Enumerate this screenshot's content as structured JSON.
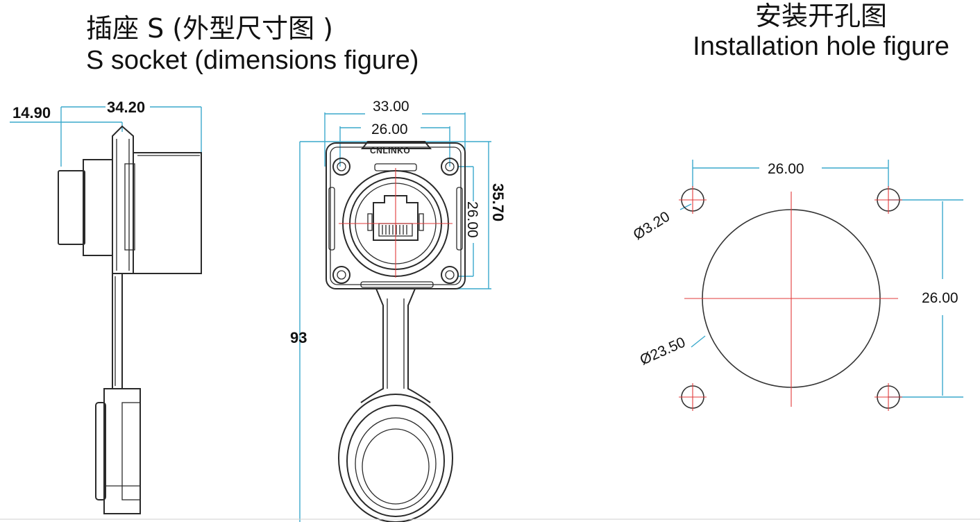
{
  "titles": {
    "left_cn": "插座 S (外型尺寸图 )",
    "left_en": "S socket (dimensions figure)",
    "right_cn": "安装开孔图",
    "right_en": "Installation hole figure"
  },
  "brand": "CNLINKO",
  "dimensions": {
    "side_depth": "14.90",
    "side_length": "34.20",
    "flange_width": "33.00",
    "hole_spacing_h": "26.00",
    "hole_spacing_v": "26.00",
    "flange_height": "35.70",
    "total_length": "93",
    "inst_spacing_h": "26.00",
    "inst_spacing_v": "26.00",
    "inst_hole_dia": "Ø3.20",
    "inst_center_dia": "Ø23.50"
  },
  "colors": {
    "dimension_line": "#3aa9cc",
    "center_line": "#e23a3a",
    "outline": "#2a2a2a"
  }
}
